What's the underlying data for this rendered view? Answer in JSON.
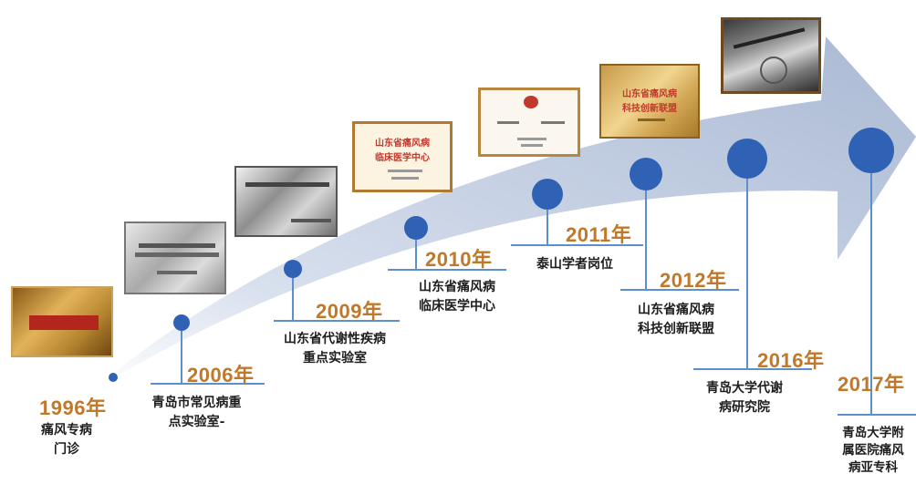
{
  "milestones": [
    {
      "year": "1996年",
      "desc": [
        "痛风专病",
        "门诊"
      ]
    },
    {
      "year": "2006年",
      "desc": [
        "青岛市常见病重",
        "点实验室-"
      ]
    },
    {
      "year": "2009年",
      "desc": [
        "山东省代谢性疾病",
        "重点实验室"
      ]
    },
    {
      "year": "2010年",
      "desc": [
        "山东省痛风病",
        "临床医学中心"
      ]
    },
    {
      "year": "2011年",
      "desc": [
        "泰山学者岗位"
      ]
    },
    {
      "year": "2012年",
      "desc": [
        "山东省痛风病",
        "科技创新联盟"
      ]
    },
    {
      "year": "2016年",
      "desc": [
        "青岛大学代谢",
        "病研究院"
      ]
    },
    {
      "year": "2017年",
      "desc": [
        "青岛大学附",
        "属医院痛风",
        "病亚专科"
      ]
    }
  ],
  "plaques": {
    "p2010": [
      "山东省痛风病",
      "临床医学中心"
    ],
    "p2012": [
      "山东省痛风病",
      "科技创新联盟"
    ]
  },
  "colors": {
    "arrow": "#b9c7de",
    "dot": "#2f62b4",
    "line": "#5b8fd0",
    "year": "#c0782b"
  }
}
